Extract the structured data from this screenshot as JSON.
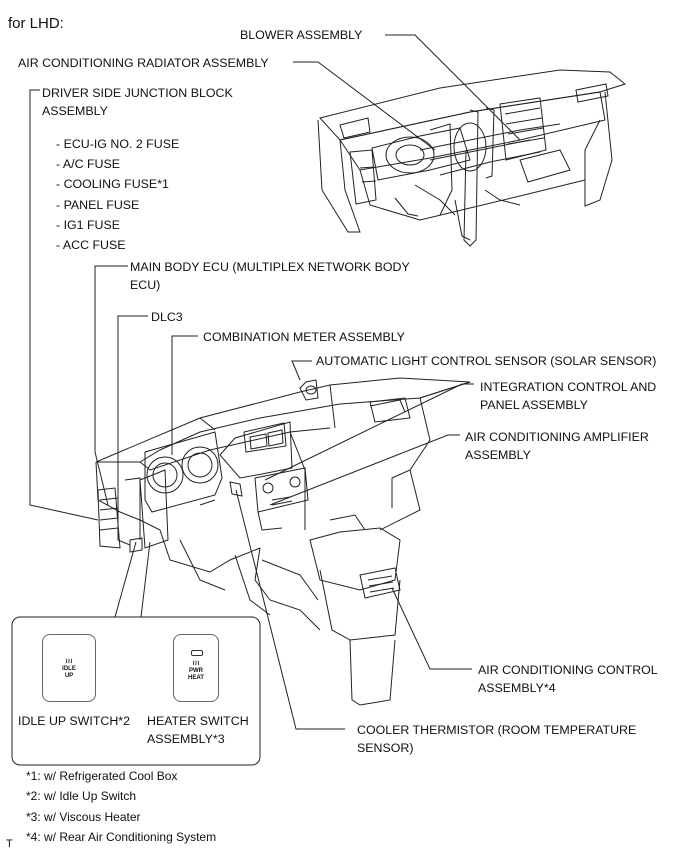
{
  "header": "for LHD:",
  "labels": {
    "blower": "BLOWER ASSEMBLY",
    "radiator": "AIR CONDITIONING RADIATOR ASSEMBLY",
    "junction_block": "DRIVER SIDE JUNCTION BLOCK ASSEMBLY",
    "main_body_ecu": "MAIN BODY ECU (MULTIPLEX NETWORK BODY ECU)",
    "dlc3": "DLC3",
    "combination_meter": "COMBINATION METER ASSEMBLY",
    "light_sensor": "AUTOMATIC LIGHT CONTROL SENSOR (SOLAR SENSOR)",
    "integration_panel": "INTEGRATION CONTROL AND PANEL ASSEMBLY",
    "ac_amplifier": "AIR CONDITIONING AMPLIFIER ASSEMBLY",
    "ac_control": "AIR CONDITIONING CONTROL ASSEMBLY*4",
    "cooler_thermistor": "COOLER THERMISTOR (ROOM TEMPERATURE SENSOR)",
    "idle_up_switch": "IDLE UP SWITCH*2",
    "heater_switch": "HEATER SWITCH ASSEMBLY*3"
  },
  "fuses": [
    "- ECU-IG NO. 2 FUSE",
    "- A/C FUSE",
    "- COOLING FUSE*1",
    "- PANEL FUSE",
    "- IG1 FUSE",
    "- ACC FUSE"
  ],
  "switch_faces": {
    "idle_up": {
      "symbol": "≀≀≀",
      "text_1": "IDLE",
      "text_2": "UP"
    },
    "heater": {
      "symbol": "≀≀≀",
      "text_1": "PWR",
      "text_2": "HEAT"
    }
  },
  "notes": [
    "*1: w/ Refrigerated Cool Box",
    "*2: w/ Idle Up Switch",
    "*3: w/ Viscous Heater",
    "*4: w/ Rear Air Conditioning System"
  ],
  "footer_mark": "T"
}
